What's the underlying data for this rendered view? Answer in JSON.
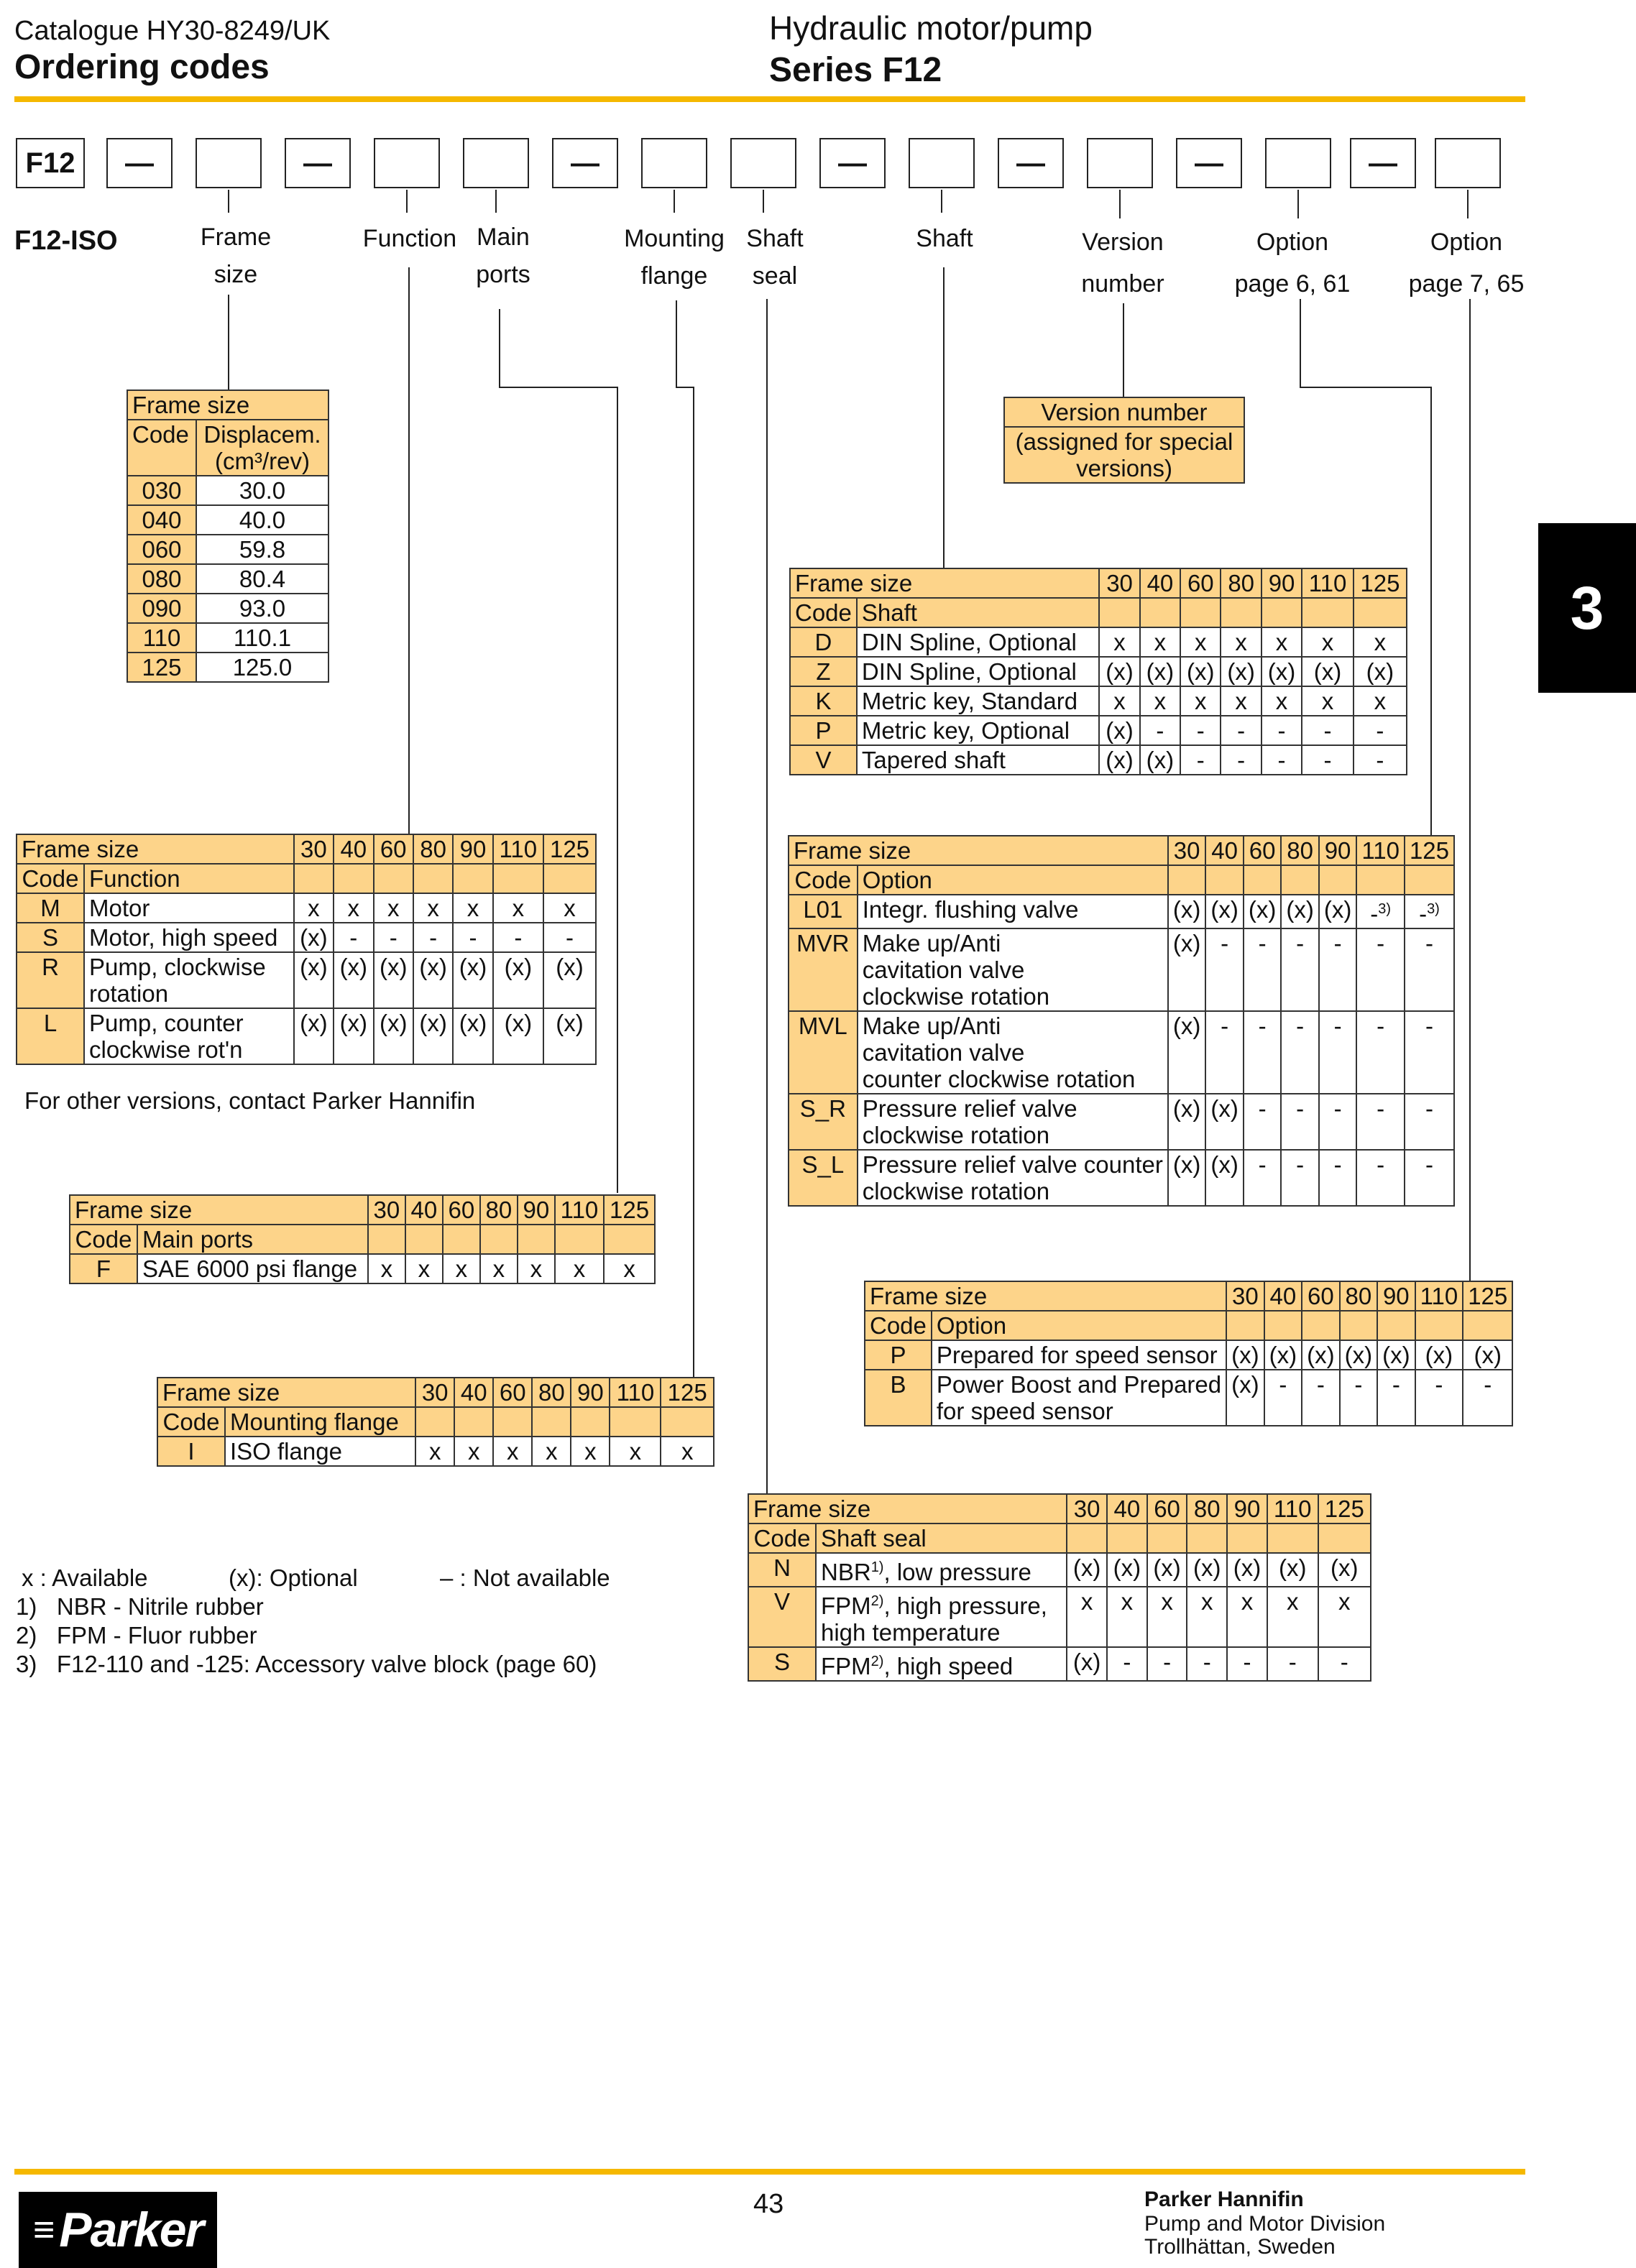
{
  "header": {
    "catalogue": "Catalogue HY30-8249/UK",
    "left_title": "Ordering codes",
    "right_subtitle": "Hydraulic motor/pump",
    "right_title": "Series F12"
  },
  "section_tab": "3",
  "code_line": {
    "prefix": "F12",
    "dash": "—",
    "model": "F12-ISO",
    "labels": {
      "frame": [
        "Frame",
        "size"
      ],
      "function": [
        "Function"
      ],
      "ports": [
        "Main",
        "ports"
      ],
      "mounting": [
        "Mounting",
        "flange"
      ],
      "seal": [
        "Shaft",
        "seal"
      ],
      "shaft": [
        "Shaft"
      ],
      "version": [
        "Version",
        "number"
      ],
      "option1": [
        "Option",
        "page 6, 61"
      ],
      "option2": [
        "Option",
        "page 7, 65"
      ]
    }
  },
  "frame_table": {
    "title": "Frame size",
    "col1": "Code",
    "col2": "Displacem.",
    "col2b": "(cm³/rev)",
    "rows": [
      [
        "030",
        "30.0"
      ],
      [
        "040",
        "40.0"
      ],
      [
        "060",
        "59.8"
      ],
      [
        "080",
        "80.4"
      ],
      [
        "090",
        "93.0"
      ],
      [
        "110",
        "110.1"
      ],
      [
        "125",
        "125.0"
      ]
    ]
  },
  "version_box": {
    "title": "Version number",
    "text1": "(assigned for special",
    "text2": "versions)"
  },
  "sizes": [
    "30",
    "40",
    "60",
    "80",
    "90",
    "110",
    "125"
  ],
  "frame_label": "Frame size",
  "code_label": "Code",
  "shaft_table": {
    "col": "Shaft",
    "rows": [
      {
        "code": "D",
        "desc": "DIN Spline, Optional",
        "v": [
          "x",
          "x",
          "x",
          "x",
          "x",
          "x",
          "x"
        ]
      },
      {
        "code": "Z",
        "desc": "DIN Spline, Optional",
        "v": [
          "(x)",
          "(x)",
          "(x)",
          "(x)",
          "(x)",
          "(x)",
          "(x)"
        ]
      },
      {
        "code": "K",
        "desc": "Metric key, Standard",
        "v": [
          "x",
          "x",
          "x",
          "x",
          "x",
          "x",
          "x"
        ]
      },
      {
        "code": "P",
        "desc": "Metric key, Optional",
        "v": [
          "(x)",
          "-",
          "-",
          "-",
          "-",
          "-",
          "-"
        ]
      },
      {
        "code": "V",
        "desc": "Tapered shaft",
        "v": [
          "(x)",
          "(x)",
          "-",
          "-",
          "-",
          "-",
          "-"
        ]
      }
    ]
  },
  "function_table": {
    "col": "Function",
    "rows": [
      {
        "code": "M",
        "desc1": "Motor",
        "desc2": "",
        "v": [
          "x",
          "x",
          "x",
          "x",
          "x",
          "x",
          "x"
        ]
      },
      {
        "code": "S",
        "desc1": "Motor, high speed",
        "desc2": "",
        "v": [
          "(x)",
          "-",
          "-",
          "-",
          "-",
          "-",
          "-"
        ]
      },
      {
        "code": "R",
        "desc1": "Pump, clockwise",
        "desc2": "rotation",
        "v": [
          "(x)",
          "(x)",
          "(x)",
          "(x)",
          "(x)",
          "(x)",
          "(x)"
        ]
      },
      {
        "code": "L",
        "desc1": "Pump, counter",
        "desc2": "clockwise rot'n",
        "v": [
          "(x)",
          "(x)",
          "(x)",
          "(x)",
          "(x)",
          "(x)",
          "(x)"
        ]
      }
    ],
    "note": "For other versions, contact Parker Hannifin"
  },
  "option1_table": {
    "col": "Option",
    "rows": [
      {
        "code": "L01",
        "desc": [
          "Integr. flushing valve"
        ],
        "v": [
          "(x)",
          "(x)",
          "(x)",
          "(x)",
          "(x)",
          "-",
          "-"
        ],
        "sup": [
          "",
          "",
          "",
          "",
          "",
          "3)",
          "3)"
        ]
      },
      {
        "code": "MVR",
        "desc": [
          "Make up/Anti",
          "cavitation valve",
          "clockwise rotation"
        ],
        "v": [
          "(x)",
          "-",
          "-",
          "-",
          "-",
          "-",
          "-"
        ],
        "sup": [
          "",
          "",
          "",
          "",
          "",
          "",
          ""
        ]
      },
      {
        "code": "MVL",
        "desc": [
          "Make up/Anti",
          "cavitation valve",
          "counter clockwise rotation"
        ],
        "v": [
          "(x)",
          "-",
          "-",
          "-",
          "-",
          "-",
          "-"
        ],
        "sup": [
          "",
          "",
          "",
          "",
          "",
          "",
          ""
        ]
      },
      {
        "code": "S_R",
        "desc": [
          "Pressure relief valve",
          "clockwise rotation"
        ],
        "v": [
          "(x)",
          "(x)",
          "-",
          "-",
          "-",
          "-",
          "-"
        ],
        "sup": [
          "",
          "",
          "",
          "",
          "",
          "",
          ""
        ]
      },
      {
        "code": "S_L",
        "desc": [
          "Pressure relief valve counter",
          "clockwise rotation"
        ],
        "v": [
          "(x)",
          "(x)",
          "-",
          "-",
          "-",
          "-",
          "-"
        ],
        "sup": [
          "",
          "",
          "",
          "",
          "",
          "",
          ""
        ]
      }
    ]
  },
  "ports_table": {
    "col": "Main ports",
    "rows": [
      {
        "code": "F",
        "desc": "SAE 6000 psi flange",
        "v": [
          "x",
          "x",
          "x",
          "x",
          "x",
          "x",
          "x"
        ]
      }
    ]
  },
  "option2_table": {
    "col": "Option",
    "rows": [
      {
        "code": "P",
        "desc": [
          "Prepared for speed sensor"
        ],
        "v": [
          "(x)",
          "(x)",
          "(x)",
          "(x)",
          "(x)",
          "(x)",
          "(x)"
        ]
      },
      {
        "code": "B",
        "desc": [
          "Power Boost and Prepared",
          "for speed sensor"
        ],
        "v": [
          "(x)",
          "-",
          "-",
          "-",
          "-",
          "-",
          "-"
        ]
      }
    ]
  },
  "mounting_table": {
    "col": "Mounting flange",
    "rows": [
      {
        "code": "I",
        "desc": "ISO flange",
        "v": [
          "x",
          "x",
          "x",
          "x",
          "x",
          "x",
          "x"
        ]
      }
    ]
  },
  "seal_table": {
    "col": "Shaft seal",
    "rows": [
      {
        "code": "N",
        "desc1": "NBR",
        "sup": "1)",
        "desc1b": ", low pressure",
        "desc2": "",
        "v": [
          "(x)",
          "(x)",
          "(x)",
          "(x)",
          "(x)",
          "(x)",
          "(x)"
        ]
      },
      {
        "code": "V",
        "desc1": "FPM",
        "sup": "2)",
        "desc1b": ", high pressure,",
        "desc2": "high temperature",
        "v": [
          "x",
          "x",
          "x",
          "x",
          "x",
          "x",
          "x"
        ]
      },
      {
        "code": "S",
        "desc1": "FPM",
        "sup": "2)",
        "desc1b": ", high speed",
        "desc2": "",
        "v": [
          "(x)",
          "-",
          "-",
          "-",
          "-",
          "-",
          "-"
        ]
      }
    ]
  },
  "legend": {
    "available": "x : Available",
    "optional": "(x): Optional",
    "not_available": "– : Not available",
    "notes": [
      {
        "n": "1)",
        "t": "NBR - Nitrile rubber"
      },
      {
        "n": "2)",
        "t": "FPM - Fluor rubber"
      },
      {
        "n": "3)",
        "t": "F12-110 and -125: Accessory valve block (page 60)"
      }
    ]
  },
  "footer": {
    "page": "43",
    "company": "Parker Hannifin",
    "division": "Pump and Motor Division",
    "location": "Trollhättan, Sweden",
    "logo": "Parker"
  },
  "colors": {
    "accent": "#f5b800",
    "table_header": "#fdd48a"
  }
}
